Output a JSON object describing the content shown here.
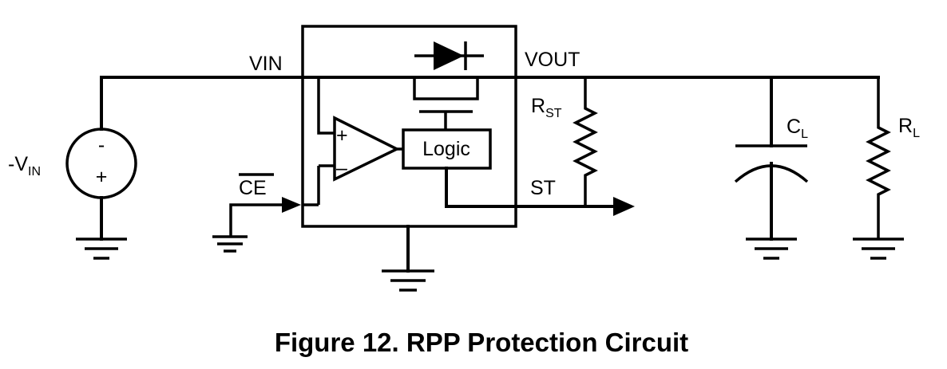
{
  "labels": {
    "vin": "VIN",
    "vout": "VOUT",
    "rst_main": "R",
    "rst_sub": "ST",
    "cl_main": "C",
    "cl_sub": "L",
    "rl_main": "R",
    "rl_sub": "L",
    "ce": "CE",
    "st": "ST",
    "logic": "Logic",
    "source_main": "-V",
    "source_sub": "IN",
    "source_minus": "-",
    "source_plus": "+",
    "opamp_plus": "+",
    "opamp_minus": "–"
  },
  "caption": "Figure 12.  RPP Protection Circuit"
}
